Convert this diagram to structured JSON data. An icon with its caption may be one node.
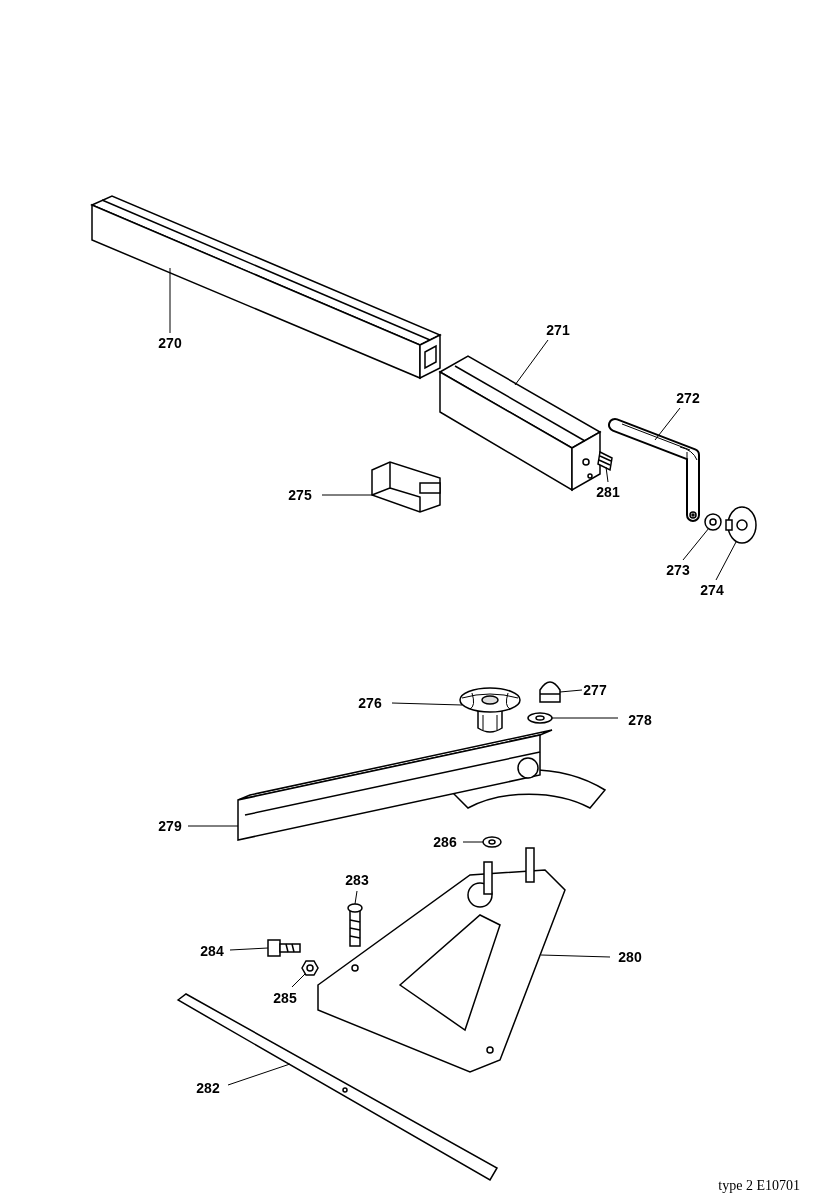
{
  "diagram": {
    "nodes": [
      {
        "text": [
          "270"
        ]
      },
      {
        "text": [],
        "shape": "picture"
      },
      {
        "text": [
          "271"
        ]
      },
      {
        "text": [],
        "shape": "picture"
      },
      {
        "text": [
          "272"
        ]
      },
      {
        "text": [],
        "shape": "picture"
      },
      {
        "text": [
          "275"
        ]
      },
      {
        "text": [],
        "shape": "picture"
      },
      {
        "text": [
          "281"
        ]
      },
      {
        "text": [],
        "shape": "picture"
      },
      {
        "text": [
          "273"
        ]
      },
      {
        "text": [],
        "shape": "picture"
      },
      {
        "text": [
          "274"
        ]
      },
      {
        "text": [],
        "shape": "picture"
      },
      {
        "text": [
          "276"
        ]
      },
      {
        "text": [],
        "shape": "picture"
      },
      {
        "text": [
          "277"
        ]
      },
      {
        "text": [],
        "shape": "picture"
      },
      {
        "text": [
          "278"
        ]
      },
      {
        "text": [],
        "shape": "picture"
      },
      {
        "text": [
          "279"
        ]
      },
      {
        "text": [],
        "shape": "picture"
      },
      {
        "text": [
          "286"
        ]
      },
      {
        "text": [],
        "shape": "picture"
      },
      {
        "text": [
          "283"
        ]
      },
      {
        "text": [],
        "shape": "picture"
      },
      {
        "text": [
          "284"
        ]
      },
      {
        "text": [],
        "shape": "picture"
      },
      {
        "text": [
          "285"
        ]
      },
      {
        "text": [],
        "shape": "picture"
      },
      {
        "text": [
          "280"
        ]
      },
      {
        "text": [],
        "shape": "picture"
      },
      {
        "text": [
          "282"
        ]
      },
      {
        "text": [],
        "shape": "picture"
      }
    ],
    "edges": [
      {
        "from": 0,
        "to": 1,
        "arrow": "none"
      },
      {
        "from": 2,
        "to": 3,
        "arrow": "none"
      },
      {
        "from": 4,
        "to": 5,
        "arrow": "none"
      },
      {
        "from": 6,
        "to": 7,
        "arrow": "none"
      },
      {
        "from": 8,
        "to": 9,
        "arrow": "none"
      },
      {
        "from": 10,
        "to": 11,
        "arrow": "none"
      },
      {
        "from": 12,
        "to": 13,
        "arrow": "none"
      },
      {
        "from": 14,
        "to": 15,
        "arrow": "none"
      },
      {
        "from": 16,
        "to": 17,
        "arrow": "none"
      },
      {
        "from": 18,
        "to": 19,
        "arrow": "none"
      },
      {
        "from": 20,
        "to": 21,
        "arrow": "none"
      },
      {
        "from": 22,
        "to": 23,
        "arrow": "none"
      },
      {
        "from": 24,
        "to": 25,
        "arrow": "none"
      },
      {
        "from": 26,
        "to": 27,
        "arrow": "none"
      },
      {
        "from": 28,
        "to": 29,
        "arrow": "none"
      },
      {
        "from": 30,
        "to": 31,
        "arrow": "none"
      },
      {
        "from": 32,
        "to": 33,
        "arrow": "none"
      }
    ],
    "labels": [
      "type 2 E10701"
    ]
  }
}
